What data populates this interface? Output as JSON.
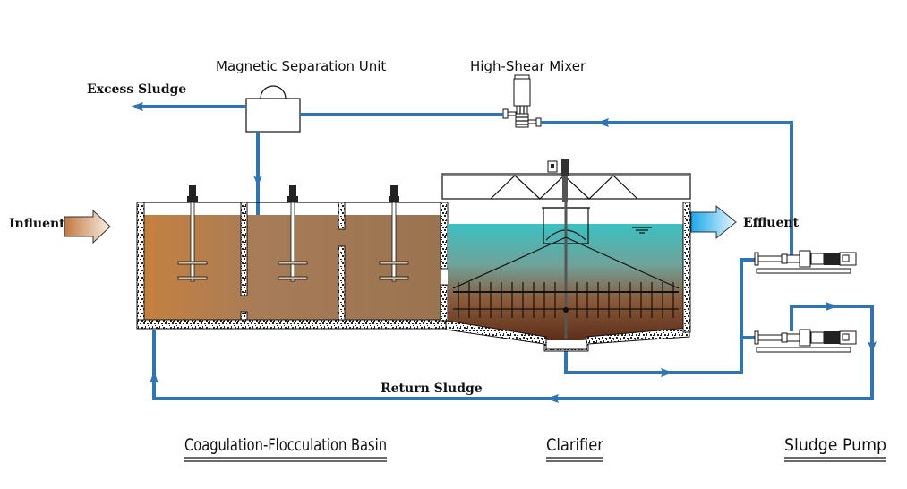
{
  "title": "Magnetic Coagulation Sedimentation Process Flow",
  "labels": {
    "magnetic_separation_unit": "Magnetic Separation Unit",
    "high_shear_mixer": "High-Shear Mixer",
    "excess_sludge": "Excess Sludge",
    "influent": "Influent",
    "effluent": "Effluent",
    "return_sludge": "Return Sludge"
  },
  "sections": {
    "basin": "Coagulation-Flocculation Basin",
    "clarifier": "Clarifier",
    "pump": "Sludge Pump"
  },
  "colors": {
    "pipe": "#2f75b5",
    "sludge_water": "#b07845",
    "clear_water": "#3bbfc0",
    "effluent_arrow": "#29b6f0"
  }
}
